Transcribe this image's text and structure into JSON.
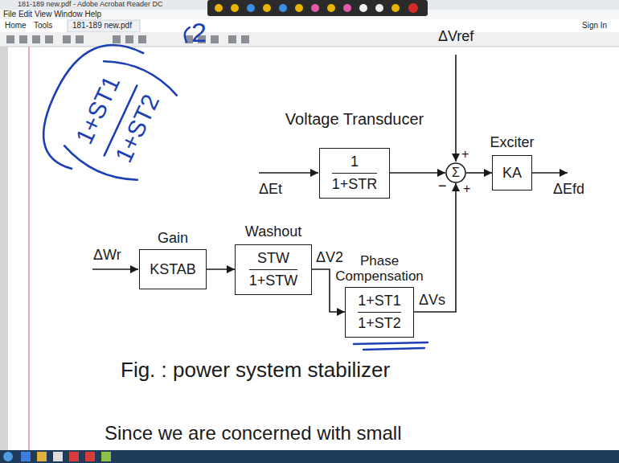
{
  "diagram": {
    "caption": "Fig. : power system stabilizer",
    "nodes": [
      {
        "text": [
          "Voltage Transducer",
          "1",
          "1+STR"
        ]
      },
      {
        "text": [
          "Σ"
        ]
      },
      {
        "text": [
          "Exciter",
          "KA"
        ]
      },
      {
        "text": [
          "Gain",
          "KSTAB"
        ]
      },
      {
        "text": [
          "Washout",
          "STW",
          "1+STW"
        ]
      },
      {
        "text": [
          "Phase Compensation",
          "1+ST1",
          "1+ST2"
        ]
      }
    ],
    "edges": [
      {
        "from": 0,
        "to": 1,
        "arrow": "to"
      },
      {
        "from": 1,
        "to": 2,
        "arrow": "to"
      },
      {
        "from": 3,
        "to": 4,
        "arrow": "to"
      },
      {
        "from": 4,
        "to": 5,
        "arrow": "to",
        "label": "ΔV2"
      },
      {
        "from": 5,
        "to": 1,
        "arrow": "to",
        "label": "ΔVs"
      }
    ],
    "labels": [
      "181-189 new.pdf - Adobe Acrobat Reader DC",
      "File Edit View Window Help",
      "Home",
      "Tools",
      "181-189 new.pdf",
      "Sign In",
      "2",
      "1+ST1",
      "1+ST2",
      "ΔVref",
      "ΔEt",
      "ΔEfd",
      "ΔWr",
      "+",
      "−",
      "+",
      "Since we are concerned with small"
    ]
  }
}
